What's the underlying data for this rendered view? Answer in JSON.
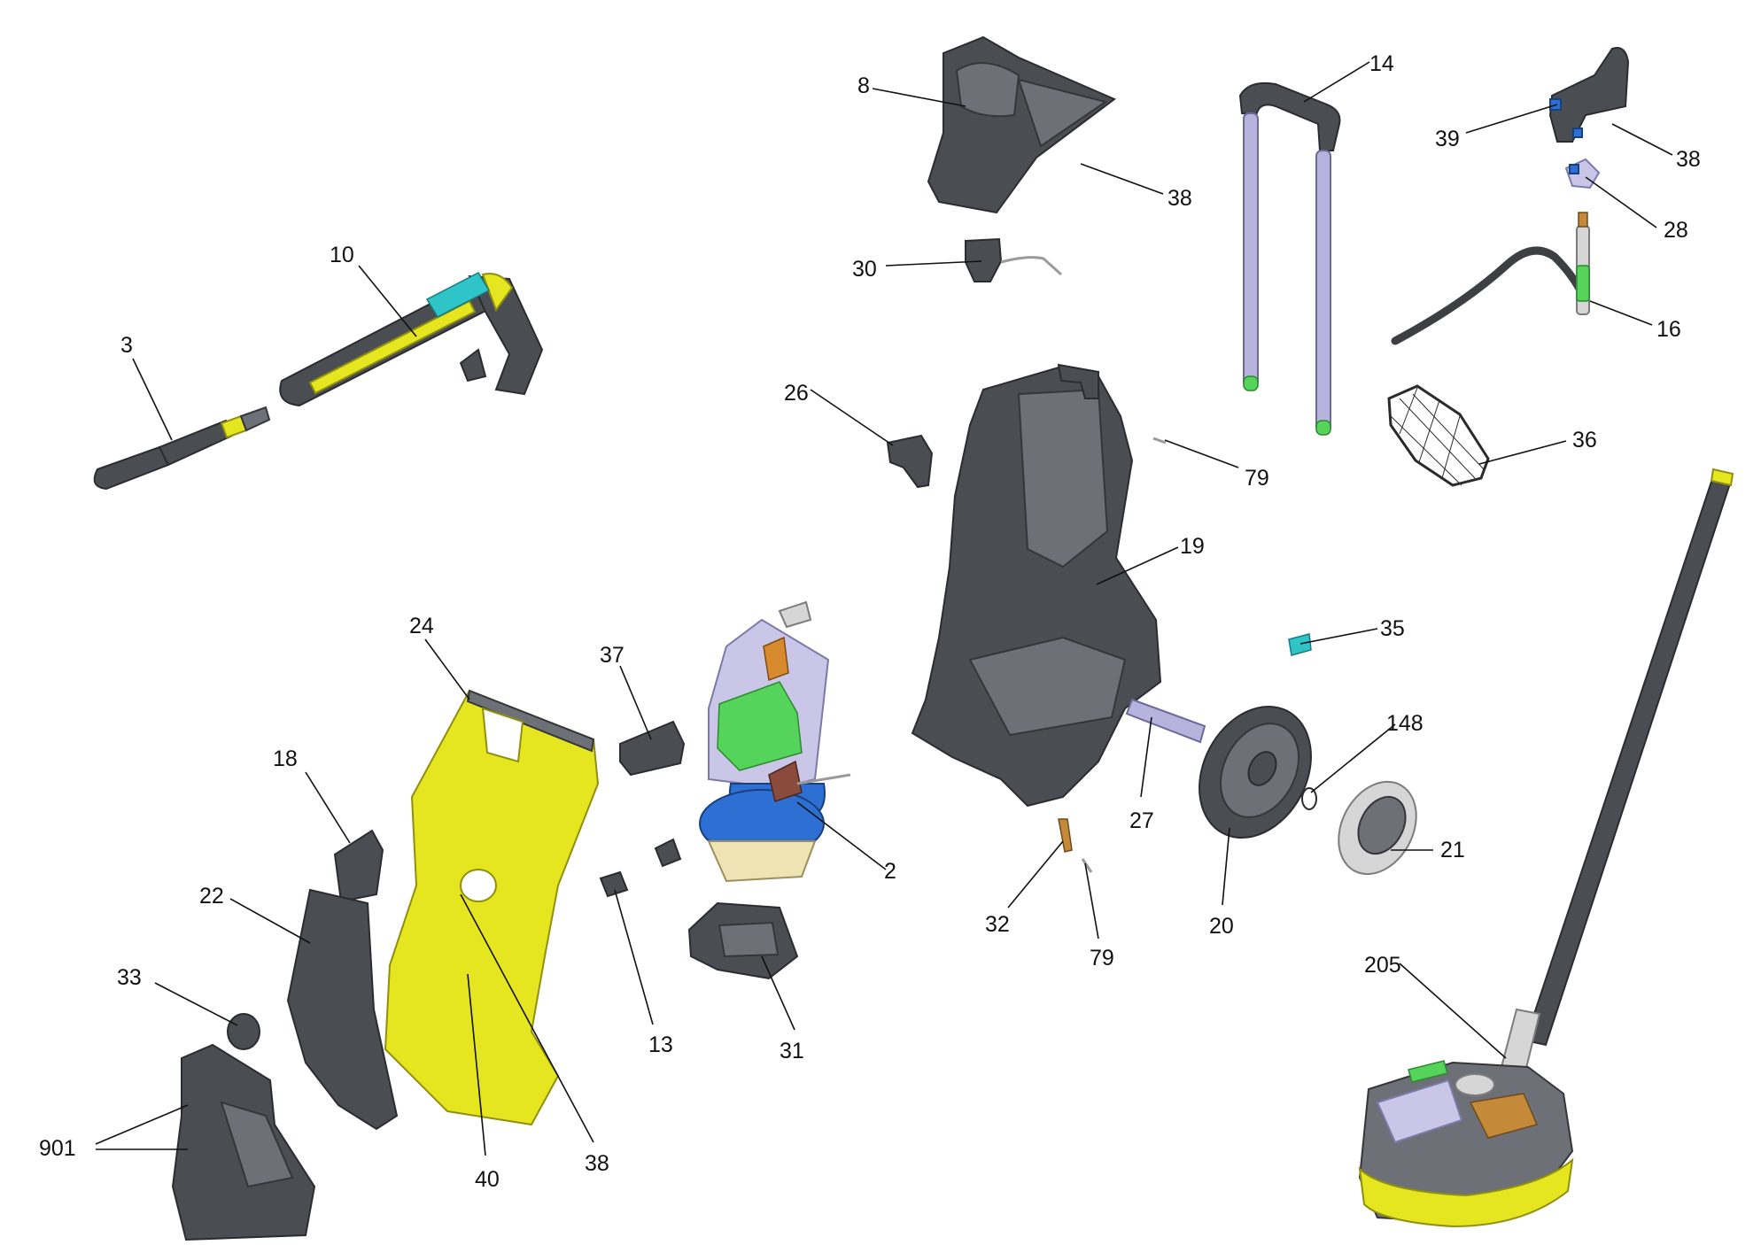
{
  "callouts": [
    {
      "id": "2",
      "label": "2"
    },
    {
      "id": "3",
      "label": "3"
    },
    {
      "id": "8",
      "label": "8"
    },
    {
      "id": "10",
      "label": "10"
    },
    {
      "id": "13",
      "label": "13"
    },
    {
      "id": "14",
      "label": "14"
    },
    {
      "id": "16",
      "label": "16"
    },
    {
      "id": "18",
      "label": "18"
    },
    {
      "id": "19",
      "label": "19"
    },
    {
      "id": "20",
      "label": "20"
    },
    {
      "id": "21",
      "label": "21"
    },
    {
      "id": "22",
      "label": "22"
    },
    {
      "id": "24",
      "label": "24"
    },
    {
      "id": "26",
      "label": "26"
    },
    {
      "id": "27",
      "label": "27"
    },
    {
      "id": "28",
      "label": "28"
    },
    {
      "id": "30",
      "label": "30"
    },
    {
      "id": "31",
      "label": "31"
    },
    {
      "id": "32",
      "label": "32"
    },
    {
      "id": "33",
      "label": "33"
    },
    {
      "id": "35",
      "label": "35"
    },
    {
      "id": "36",
      "label": "36"
    },
    {
      "id": "37",
      "label": "37"
    },
    {
      "id": "38a",
      "label": "38"
    },
    {
      "id": "38b",
      "label": "38"
    },
    {
      "id": "38c",
      "label": "38"
    },
    {
      "id": "39",
      "label": "39"
    },
    {
      "id": "40",
      "label": "40"
    },
    {
      "id": "79a",
      "label": "79"
    },
    {
      "id": "79b",
      "label": "79"
    },
    {
      "id": "148",
      "label": "148"
    },
    {
      "id": "205",
      "label": "205"
    },
    {
      "id": "901",
      "label": "901"
    }
  ],
  "colors": {
    "housing_dark": "#4a4d52",
    "housing_yellow": "#e6e620",
    "handle_rods": "#b6b3dc",
    "pump_blue": "#2e6fd4",
    "accent_green": "#56d35a",
    "accent_cyan": "#2ec4c8",
    "label_text": "#111111"
  }
}
